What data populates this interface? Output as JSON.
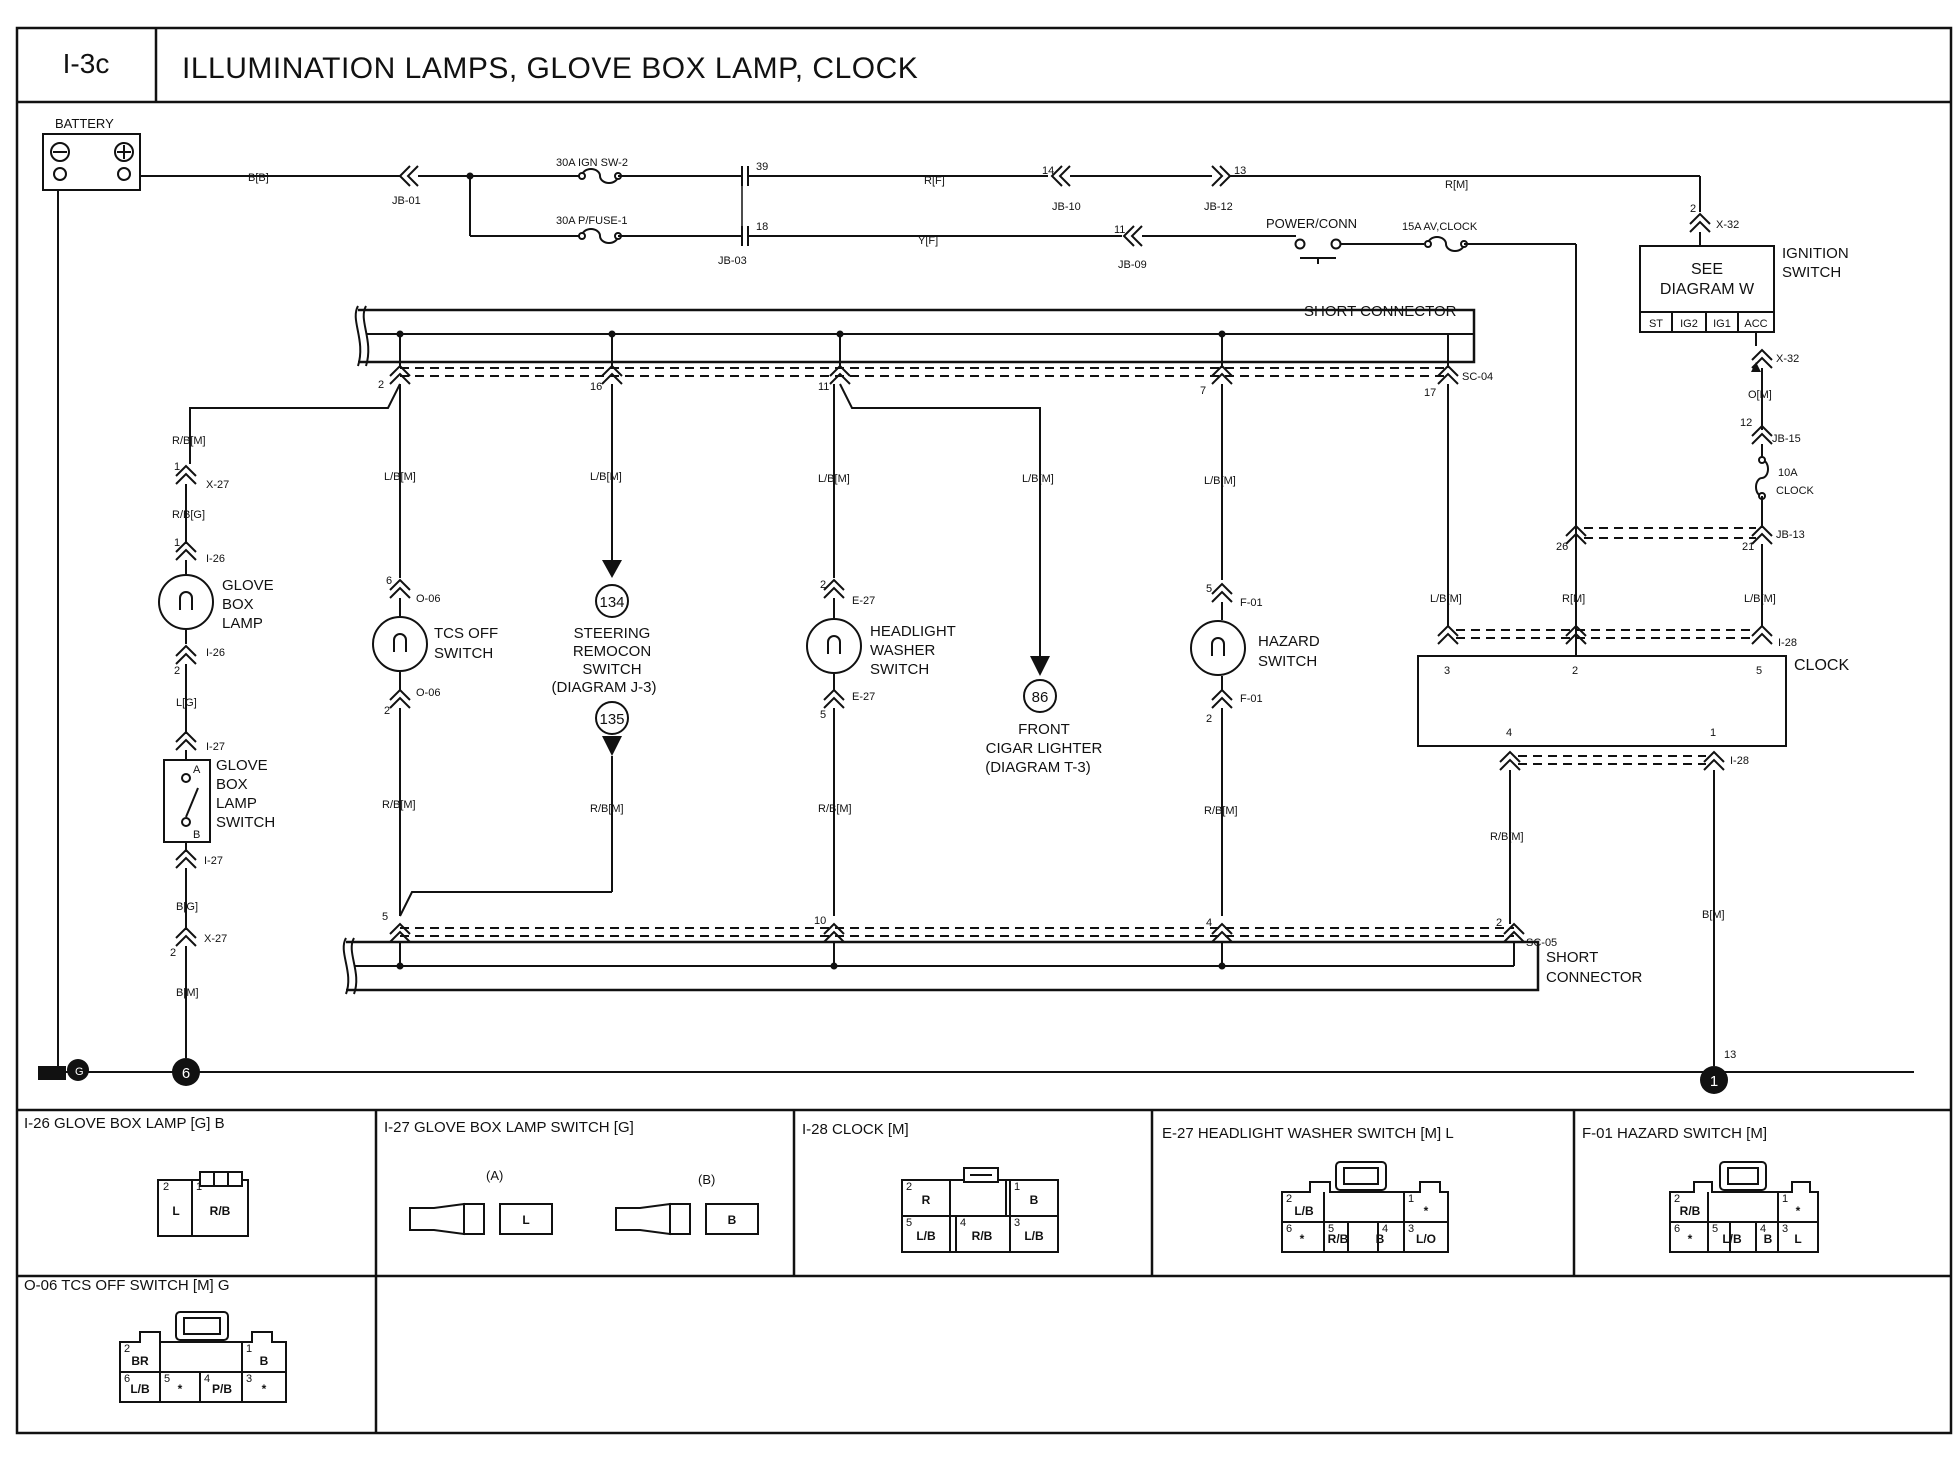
{
  "header": {
    "code": "I-3c",
    "title": "ILLUMINATION LAMPS, GLOVE BOX LAMP, CLOCK"
  },
  "power": {
    "battery": "BATTERY",
    "bat_wire": "B[B]",
    "jb01": "JB-01",
    "ign_fuse": "30A IGN SW-2",
    "ign_pin": "39",
    "ign_wire": "R[F]",
    "jb10_pin": "14",
    "jb10": "JB-10",
    "jb12_pin": "13",
    "jb12": "JB-12",
    "ign_wire2": "R[M]",
    "pfuse": "30A P/FUSE-1",
    "pfuse_pin": "18",
    "jb03": "JB-03",
    "pfuse_wire": "Y[F]",
    "jb09_pin": "11",
    "jb09": "JB-09",
    "power_conn": "POWER/CONN",
    "av_clock": "15A AV,CLOCK"
  },
  "ignition": {
    "x32_pin": "2",
    "x32": "X-32",
    "see": "SEE",
    "diagram": "DIAGRAM W",
    "label1": "IGNITION",
    "label2": "SWITCH",
    "positions": [
      "ST",
      "IG2",
      "IG1",
      "ACC"
    ],
    "x32b": "X-32",
    "om": "O[M]",
    "jb15_pin": "12",
    "jb15": "JB-15",
    "fuse": "10A",
    "fuse_name": "CLOCK",
    "jb13_pin": "21",
    "jb13": "JB-13",
    "jb13_pin_b": "26"
  },
  "short_connectors": {
    "top": "SHORT CONNECTOR",
    "top_id": "SC-04",
    "top_pins": [
      "2",
      "16",
      "11",
      "7",
      "17"
    ],
    "bottom_pins": [
      "5",
      "10",
      "4",
      "2"
    ],
    "bottom_id": "SC-05",
    "bottom_label1": "SHORT",
    "bottom_label2": "CONNECTOR"
  },
  "glovebox": {
    "w1": "R/B[M]",
    "x27_pin": "1",
    "x27": "X-27",
    "w2": "R/B[G]",
    "i26_pin": "1",
    "i26": "I-26",
    "lamp1": "GLOVE",
    "lamp2": "BOX",
    "lamp3": "LAMP",
    "i26_pin_b": "2",
    "i26b": "I-26",
    "w3": "L[G]",
    "i27": "I-27",
    "sw1": "GLOVE",
    "sw2": "BOX",
    "sw3": "LAMP",
    "sw4": "SWITCH",
    "sw_a": "A",
    "sw_b": "B",
    "i27b": "I-27",
    "w4": "B[G]",
    "x27b_pin": "2",
    "x27b": "X-27",
    "w5": "B[M]",
    "ground": "6"
  },
  "tcs": {
    "w1": "L/B[M]",
    "pin_a": "6",
    "conn_a": "O-06",
    "label1": "TCS OFF",
    "label2": "SWITCH",
    "pin_b": "2",
    "conn_b": "O-06",
    "w2": "R/B[M]"
  },
  "steering": {
    "w1": "L/B[M]",
    "ref_a": "134",
    "l1": "STEERING",
    "l2": "REMOCON",
    "l3": "SWITCH",
    "l4": "(DIAGRAM J-3)",
    "ref_b": "135",
    "w2": "R/B[M]"
  },
  "headlight": {
    "w1": "L/B[M]",
    "pin_a": "2",
    "conn_a": "E-27",
    "l1": "HEADLIGHT",
    "l2": "WASHER",
    "l3": "SWITCH",
    "pin_b": "5",
    "conn_b": "E-27",
    "w2": "R/B[M]"
  },
  "cigar": {
    "w1": "L/B[M]",
    "ref": "86",
    "l1": "FRONT",
    "l2": "CIGAR LIGHTER",
    "l3": "(DIAGRAM T-3)"
  },
  "hazard": {
    "w1": "L/B[M]",
    "pin_a": "5",
    "conn_a": "F-01",
    "l1": "HAZARD",
    "l2": "SWITCH",
    "pin_b": "2",
    "conn_b": "F-01",
    "w2": "R/B[M]"
  },
  "clock": {
    "w_left": "L/B[M]",
    "w_mid": "R[M]",
    "w_right": "L/B[M]",
    "i28": "I-28",
    "label": "CLOCK",
    "pins_top": [
      "3",
      "2",
      "5"
    ],
    "pins_bottom": [
      "4",
      "1"
    ],
    "i28b": "I-28",
    "w_out_left": "R/B[M]",
    "w_out_right": "B[M]",
    "gnd_pin": "13",
    "ground": "1"
  },
  "connectors": [
    {
      "title": "I-26 GLOVE BOX LAMP [G] B",
      "cells": [
        "L",
        "R/B"
      ]
    },
    {
      "title": "I-27 GLOVE BOX LAMP SWITCH [G]",
      "a": "(A)",
      "b": "(B)",
      "cells": [
        "L",
        "B"
      ]
    },
    {
      "title": "I-28 CLOCK [M]",
      "cells": [
        "R",
        "B",
        "L/B",
        "R/B",
        "L/B"
      ],
      "nums": [
        "2",
        "1",
        "5",
        "4",
        "3"
      ]
    },
    {
      "title": "E-27 HEADLIGHT WASHER SWITCH [M] L",
      "cells": [
        "L/B",
        "*",
        "*",
        "R/B",
        "B",
        "L/O"
      ],
      "nums": [
        "2",
        "1",
        "6",
        "5",
        "4",
        "3"
      ]
    },
    {
      "title": "F-01 HAZARD SWITCH [M]",
      "cells": [
        "R/B",
        "*",
        "*",
        "L/B",
        "B",
        "L"
      ],
      "nums": [
        "2",
        "1",
        "6",
        "5",
        "4",
        "3"
      ]
    },
    {
      "title": "O-06 TCS OFF SWITCH [M] G",
      "cells": [
        "BR",
        "B",
        "L/B",
        "*",
        "P/B",
        "*"
      ],
      "nums": [
        "2",
        "1",
        "6",
        "5",
        "4",
        "3"
      ]
    }
  ]
}
